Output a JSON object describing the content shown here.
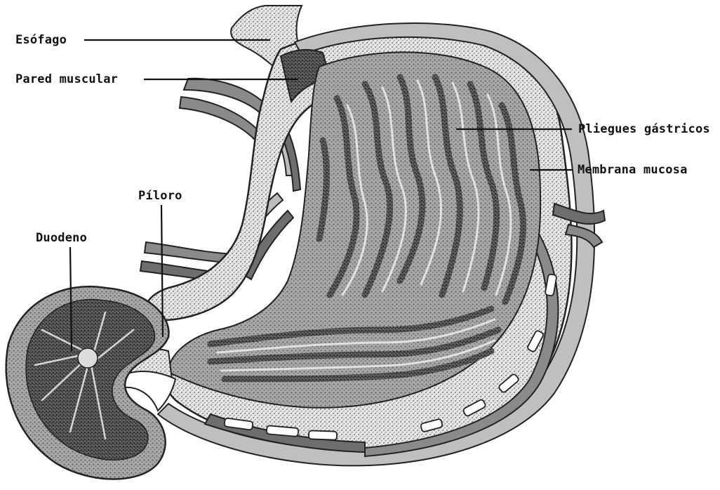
{
  "labels": {
    "esofago": "Esófago",
    "pared_muscular": "Pared muscular",
    "pliegues_gastricos": "Pliegues gástricos",
    "membrana_mucosa": "Membrana mucosa",
    "piloro": "Píloro",
    "duodeno": "Duodeno"
  },
  "colors": {
    "ink": "#111111",
    "outer_shell": "#9a9a9a",
    "muscle_band": "#d9d9d9",
    "mucosa_fill": "#8c8c8c",
    "fold_dark": "#3a3a3a",
    "fold_light": "#cfcfcf",
    "background": "#ffffff"
  }
}
